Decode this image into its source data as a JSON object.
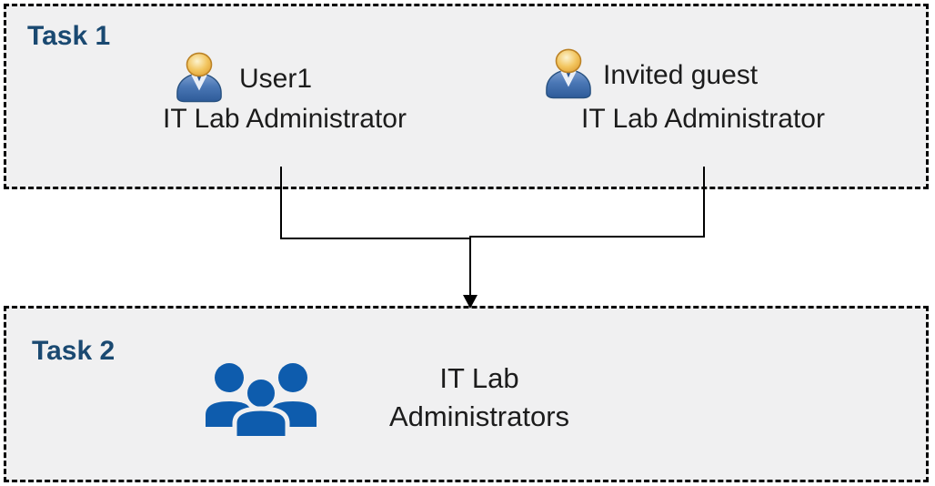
{
  "diagram": {
    "task1": {
      "label": "Task 1",
      "users": [
        {
          "name": "User1",
          "role": "IT Lab Administrator",
          "icon": "user-icon"
        },
        {
          "name": "Invited guest",
          "role": "IT Lab Administrator",
          "icon": "user-icon"
        }
      ]
    },
    "task2": {
      "label": "Task 2",
      "group": {
        "name": "IT Lab Administrators",
        "icon": "group-icon"
      }
    },
    "connector": {
      "type": "merge-arrow-down",
      "from": [
        "User1",
        "Invited guest"
      ],
      "to": "IT Lab Administrators",
      "arrow_icon": "arrow-down-icon"
    },
    "colors": {
      "task_label": "#1a4971",
      "box_fill": "#f0f0f1",
      "box_border": "#000000",
      "body_text": "#1c1c1c",
      "group_icon_blue": "#0e5cad",
      "user_icon_head_gold": "#efb042",
      "user_icon_body_blue": "#3e6db0",
      "connector_line": "#000000"
    }
  }
}
